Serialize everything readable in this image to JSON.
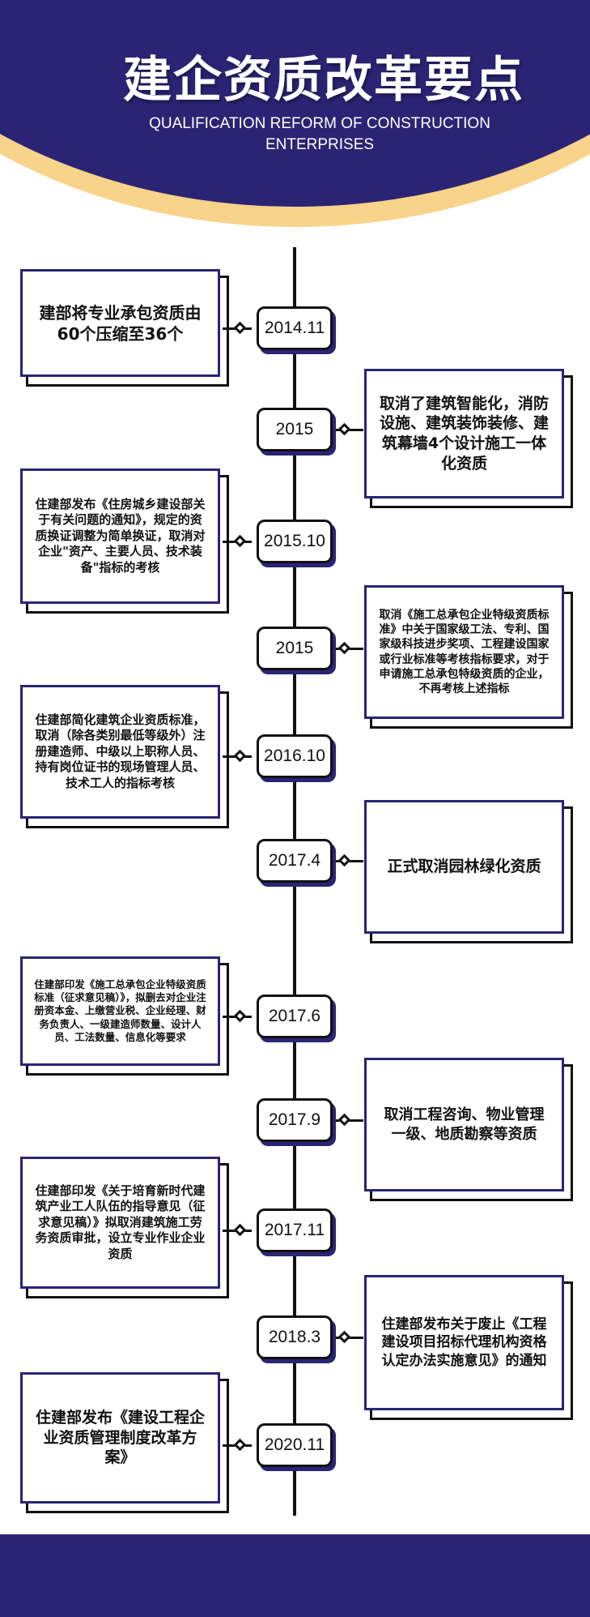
{
  "header": {
    "title": "建企资质改革要点",
    "subtitle": "QUALIFICATION REFORM OF CONSTRUCTION ENTERPRISES"
  },
  "colors": {
    "navy": "#2b2474",
    "gold": "#f8d38a"
  },
  "events": [
    {
      "date": "2014.11",
      "side": "left",
      "text": "建部将专业承包资质由60个压缩至36个"
    },
    {
      "date": "2015",
      "side": "right",
      "text": "取消了建筑智能化，消防设施、建筑装饰装修、建筑幕墙4个设计施工一体化资质"
    },
    {
      "date": "2015.10",
      "side": "left",
      "text": "住建部发布《住房城乡建设部关于有关问题的通知》，规定的资质换证调整为简单换证，取消对企业\"资产、主要人员、技术装备\"指标的考核"
    },
    {
      "date": "2015",
      "side": "right",
      "text": "取消《施工总承包企业特级资质标准》中关于国家级工法、专利、国家级科技进步奖项、工程建设国家或行业标准等考核指标要求，对于申请施工总承包特级资质的企业，不再考核上述指标"
    },
    {
      "date": "2016.10",
      "side": "left",
      "text": "住建部简化建筑企业资质标准，取消（除各类别最低等级外）注册建造师、中级以上职称人员、持有岗位证书的现场管理人员、技术工人的指标考核"
    },
    {
      "date": "2017.4",
      "side": "right",
      "text": "正式取消园林绿化资质"
    },
    {
      "date": "2017.6",
      "side": "left",
      "text": "住建部印发《施工总承包企业特级资质标准（征求意见稿）》，拟删去对企业注册资本金、上缴营业税、企业经理、财务负责人、一级建造师数量、设计人员、工法数量、信息化等要求"
    },
    {
      "date": "2017.9",
      "side": "right",
      "text": "取消工程咨询、物业管理一级、地质勘察等资质"
    },
    {
      "date": "2017.11",
      "side": "left",
      "text": "住建部印发《关于培育新时代建筑产业工人队伍的指导意见（征求意见稿）》拟取消建筑施工劳务资质审批，设立专业作业企业资质"
    },
    {
      "date": "2018.3",
      "side": "right",
      "text": "住建部发布关于废止《工程建设项目招标代理机构资格认定办法实施意见》的通知"
    },
    {
      "date": "2020.11",
      "side": "left",
      "text": "住建部发布《建设工程企业资质管理制度改革方案》"
    }
  ]
}
